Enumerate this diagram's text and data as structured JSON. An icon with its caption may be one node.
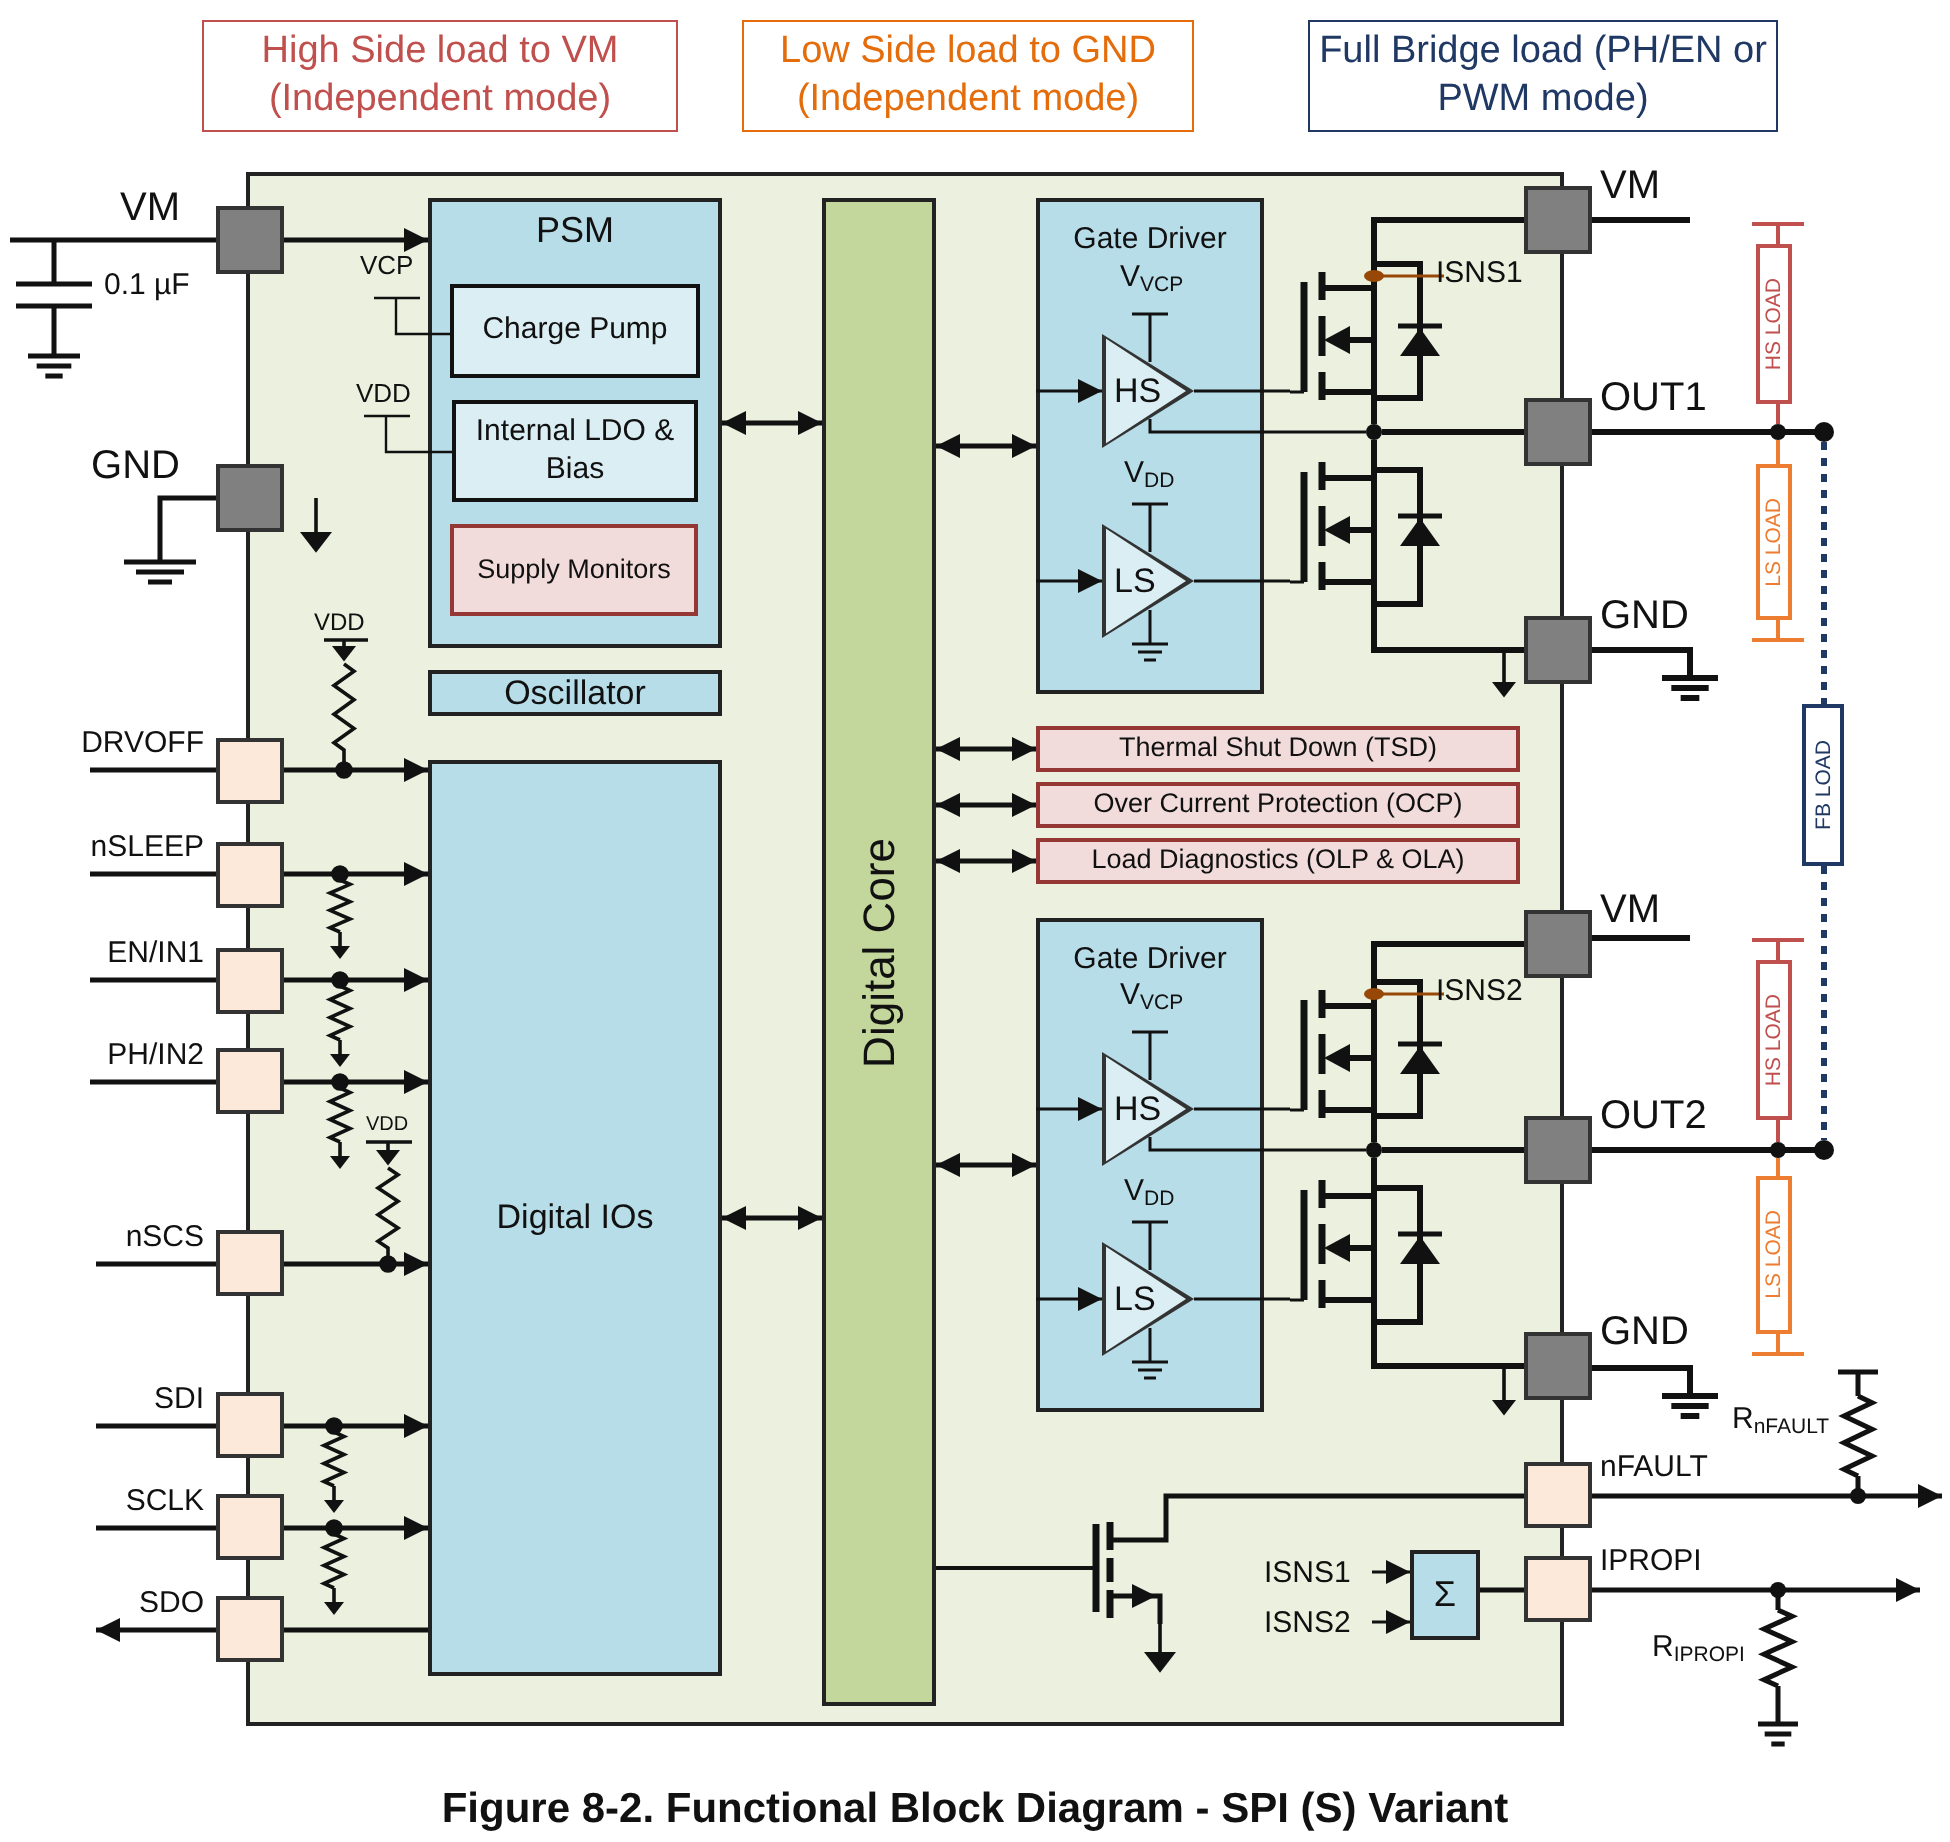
{
  "diagram": {
    "caption": "Figure 8-2. Functional Block Diagram - SPI (S) Variant",
    "nodes": [
      {
        "text": [
          "High Side load to VM (Independent mode)"
        ]
      },
      {
        "text": [
          "Low Side load to GND (Independent mode)"
        ]
      },
      {
        "text": [
          "Full Bridge load (PH/EN or PWM mode)"
        ]
      },
      {
        "text": [],
        "shape": "box"
      },
      {
        "text": [
          "PSM"
        ],
        "in": 3
      },
      {
        "text": [
          "Charge Pump"
        ],
        "in": 4
      },
      {
        "text": [
          "Internal LDO & Bias"
        ],
        "in": 4
      },
      {
        "text": [
          "Supply Monitors"
        ],
        "in": 4
      },
      {
        "text": [
          "Oscillator"
        ],
        "in": 3
      },
      {
        "text": [
          "Digital IOs"
        ],
        "in": 3
      },
      {
        "text": [
          "Digital Core"
        ],
        "in": 3
      },
      {
        "text": [
          "Gate Driver"
        ],
        "in": 3
      },
      {
        "text": [
          "HS"
        ],
        "in": 11
      },
      {
        "text": [
          "LS"
        ],
        "in": 11
      },
      {
        "text": [
          "Thermal Shut Down (TSD)"
        ],
        "in": 3
      },
      {
        "text": [
          "Over Current Protection (OCP)"
        ],
        "in": 3
      },
      {
        "text": [
          "Load Diagnostics (OLP & OLA)"
        ],
        "in": 3
      },
      {
        "text": [
          "Gate Driver"
        ],
        "in": 3
      },
      {
        "text": [
          "HS"
        ],
        "in": 17
      },
      {
        "text": [
          "LS"
        ],
        "in": 17
      },
      {
        "text": [
          "Σ"
        ],
        "in": 3
      },
      {
        "text": [],
        "shape": "box",
        "beside": [
          "VM"
        ]
      },
      {
        "text": [],
        "shape": "box",
        "beside": [
          "GND"
        ]
      },
      {
        "text": [],
        "shape": "box",
        "beside": [
          "DRVOFF"
        ]
      },
      {
        "text": [],
        "shape": "box",
        "beside": [
          "nSLEEP"
        ]
      },
      {
        "text": [],
        "shape": "box",
        "beside": [
          "EN/IN1"
        ]
      },
      {
        "text": [],
        "shape": "box",
        "beside": [
          "PH/IN2"
        ]
      },
      {
        "text": [],
        "shape": "box",
        "beside": [
          "nSCS"
        ]
      },
      {
        "text": [],
        "shape": "box",
        "beside": [
          "SDI"
        ]
      },
      {
        "text": [],
        "shape": "box",
        "beside": [
          "SCLK"
        ]
      },
      {
        "text": [],
        "shape": "box",
        "beside": [
          "SDO"
        ]
      },
      {
        "text": [],
        "shape": "box",
        "beside": [
          "VM"
        ]
      },
      {
        "text": [],
        "shape": "box",
        "beside": [
          "OUT1"
        ]
      },
      {
        "text": [],
        "shape": "box",
        "beside": [
          "GND"
        ]
      },
      {
        "text": [],
        "shape": "box",
        "beside": [
          "VM"
        ]
      },
      {
        "text": [],
        "shape": "box",
        "beside": [
          "OUT2"
        ]
      },
      {
        "text": [],
        "shape": "box",
        "beside": [
          "GND"
        ]
      },
      {
        "text": [],
        "shape": "box",
        "beside": [
          "nFAULT"
        ]
      },
      {
        "text": [],
        "shape": "box",
        "beside": [
          "IPROPI"
        ]
      },
      {
        "text": [
          "HS LOAD"
        ]
      },
      {
        "text": [
          "LS LOAD"
        ]
      },
      {
        "text": [
          "FB LOAD"
        ]
      },
      {
        "text": [
          "HS LOAD"
        ]
      },
      {
        "text": [
          "LS LOAD"
        ]
      },
      {
        "text": [
          "ISNS1"
        ],
        "in": 3
      },
      {
        "text": [
          "ISNS2"
        ],
        "in": 3
      },
      {
        "text": [],
        "shape": "transistor",
        "in": 3
      },
      {
        "text": [],
        "shape": "transistor",
        "in": 3
      },
      {
        "text": [],
        "shape": "transistor",
        "in": 3
      },
      {
        "text": [],
        "shape": "transistor",
        "in": 3
      },
      {
        "text": [],
        "shape": "transistor",
        "in": 3
      },
      {
        "text": [],
        "shape": "resistor"
      },
      {
        "text": [],
        "shape": "circle",
        "in": 3
      },
      {
        "text": [],
        "shape": "circle",
        "in": 3
      }
    ],
    "edges": [
      {
        "from": 21,
        "to": 4,
        "arrow": "to"
      },
      {
        "from": 4,
        "to": 10,
        "arrow": "both"
      },
      {
        "from": 23,
        "to": 9,
        "arrow": "to"
      },
      {
        "from": 24,
        "to": 9,
        "arrow": "to"
      },
      {
        "from": 25,
        "to": 9,
        "arrow": "to"
      },
      {
        "from": 26,
        "to": 9,
        "arrow": "to"
      },
      {
        "from": 27,
        "to": 9,
        "arrow": "to"
      },
      {
        "from": 28,
        "to": 9,
        "arrow": "to"
      },
      {
        "from": 29,
        "to": 9,
        "arrow": "to"
      },
      {
        "from": 9,
        "to": 30,
        "arrow": "none"
      },
      {
        "from": 30,
        "to": null,
        "arrow": "to"
      },
      {
        "from": 9,
        "to": 10,
        "arrow": "both"
      },
      {
        "from": 10,
        "to": 11,
        "arrow": "both"
      },
      {
        "from": 10,
        "to": 14,
        "arrow": "both"
      },
      {
        "from": 10,
        "to": 15,
        "arrow": "both"
      },
      {
        "from": 10,
        "to": 16,
        "arrow": "both"
      },
      {
        "from": 10,
        "to": 17,
        "arrow": "both"
      },
      {
        "from": null,
        "to": 12,
        "arrow": "to"
      },
      {
        "from": null,
        "to": 13,
        "arrow": "to"
      },
      {
        "from": null,
        "to": 18,
        "arrow": "to"
      },
      {
        "from": null,
        "to": 19,
        "arrow": "to"
      },
      {
        "from": 44,
        "to": 20,
        "arrow": "to"
      },
      {
        "from": 45,
        "to": 20,
        "arrow": "to"
      },
      {
        "from": 20,
        "to": 38,
        "arrow": "none"
      },
      {
        "from": 37,
        "to": 51,
        "arrow": "none"
      },
      {
        "from": 38,
        "to": null,
        "arrow": "to"
      },
      {
        "from": 12,
        "to": 46,
        "arrow": "none"
      },
      {
        "from": 31,
        "to": 46,
        "arrow": "none"
      },
      {
        "from": 46,
        "to": 52,
        "arrow": "none"
      },
      {
        "from": 12,
        "to": 52,
        "arrow": "none"
      },
      {
        "from": 13,
        "to": 47,
        "arrow": "none"
      },
      {
        "from": 47,
        "to": 52,
        "arrow": "none"
      },
      {
        "from": 47,
        "to": 33,
        "arrow": "none"
      },
      {
        "from": 18,
        "to": 48,
        "arrow": "none"
      },
      {
        "from": 34,
        "to": 48,
        "arrow": "none"
      },
      {
        "from": 48,
        "to": 53,
        "arrow": "none"
      },
      {
        "from": 18,
        "to": 53,
        "arrow": "none"
      },
      {
        "from": 19,
        "to": 49,
        "arrow": "none"
      },
      {
        "from": 49,
        "to": 53,
        "arrow": "none"
      },
      {
        "from": 49,
        "to": 36,
        "arrow": "none"
      },
      {
        "from": 10,
        "to": 50,
        "arrow": "none"
      },
      {
        "from": 50,
        "to": 37,
        "arrow": "none"
      },
      {
        "from": 52,
        "to": 32,
        "arrow": "none"
      },
      {
        "from": 53,
        "to": 35,
        "arrow": "none"
      },
      {
        "from": 51,
        "to": null,
        "arrow": "to"
      }
    ],
    "labels": [
      "0.1 µF",
      "VCP",
      "V$_{VCP}$",
      "ISNS1",
      "VDD",
      "V$_{DD}$",
      "VDD",
      "VDD",
      "V$_{VCP}$",
      "ISNS2",
      "V$_{DD}$",
      "R$_{nFAULT}$",
      "R$_{IPROPI}$"
    ]
  }
}
